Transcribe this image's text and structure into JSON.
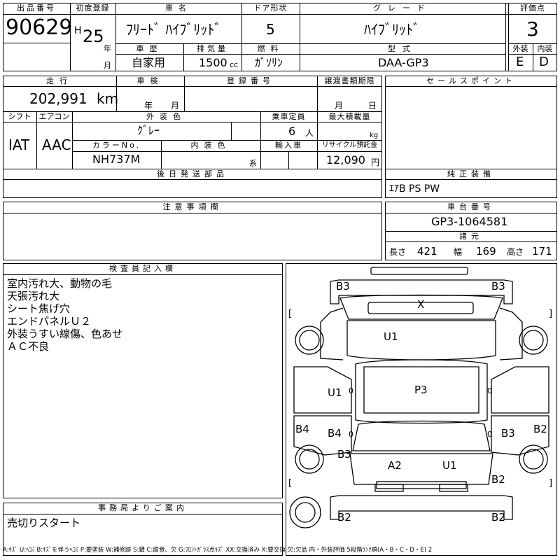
{
  "header": {
    "lot_label": "出品番号",
    "lot_value": "90629",
    "first_reg_label": "初度登録",
    "era_letter": "H",
    "year_value": "25",
    "year_unit": "年",
    "month_unit": "月",
    "model_label": "車名",
    "model_value": "ﾌﾘｰﾄﾞ ﾊｲﾌﾞﾘｯﾄﾞ",
    "doors_label": "ドア形状",
    "doors_value": "5",
    "grade_label": "グレード",
    "grade_value": "ﾊｲﾌﾞﾘｯﾄﾞ",
    "score_label": "評価点",
    "score_value": "3",
    "history_label": "車歴",
    "history_value": "自家用",
    "displacement_label": "排気量",
    "displacement_value": "1500",
    "displacement_unit": "cc",
    "fuel_label": "燃料",
    "fuel_value": "ｶﾞｿﾘﾝ",
    "type_label": "型式",
    "type_value": "DAA-GP3",
    "exterior_label": "外装",
    "exterior_value": "E",
    "interior_label": "内装",
    "interior_value": "D"
  },
  "details": {
    "mileage_label": "走行",
    "mileage_value": "202,991",
    "mileage_unit": "km",
    "inspection_label": "車検",
    "inspection_year_unit": "年",
    "inspection_month_unit": "月",
    "reg_number_label": "登録番号",
    "transfer_doc_label": "譲渡書類期限",
    "transfer_month_unit": "月",
    "transfer_day_unit": "日",
    "shift_label": "シフト",
    "shift_value": "IAT",
    "aircon_label": "エアコン",
    "aircon_value": "AAC",
    "exterior_color_label": "外装色",
    "exterior_color_value": "ｸﾞﾚｰ",
    "capacity_label": "乗車定員",
    "capacity_value": "6",
    "capacity_unit": "人",
    "max_load_label": "最大積載量",
    "max_load_unit": "kg",
    "color_no_label": "カラーNo.",
    "color_no_value": "NH737M",
    "interior_color_label": "内装色",
    "interior_color_unit": "系",
    "import_label": "輸入車",
    "recycle_label": "リサイクル預託金",
    "recycle_value": "12,090",
    "recycle_unit": "円",
    "later_parts_label": "後日発送部品",
    "notes_label": "注意事項欄"
  },
  "right_panel": {
    "sales_point_label": "セールスポイント",
    "equipment_label": "純正装備",
    "equipment_value": "ｴｱB PS PW",
    "chassis_label": "車台番号",
    "chassis_value": "GP3-1064581",
    "dimensions_label": "諸元",
    "length_label": "長さ",
    "length_value": "421",
    "width_label": "幅",
    "width_value": "169",
    "height_label": "高さ",
    "height_value": "171"
  },
  "inspector": {
    "label": "検査員記入欄",
    "lines": [
      "室内汚れ大、動物の毛",
      "天張汚れ大",
      "シート焦げ穴",
      "エンドパネルＵ２",
      "外装うすい線傷、色あせ",
      "ＡＣ不良"
    ]
  },
  "office": {
    "label": "事務局よりご案内",
    "value": "売切りスタート"
  },
  "diagram": {
    "marks": {
      "top_left": "B3",
      "top_right": "B3",
      "windshield": "X",
      "hood": "U1",
      "left_front_door": "U1",
      "roof": "P3",
      "left_rear_fender": "B4",
      "left_rear_door": "B4",
      "left_quarter": "B3",
      "right_rear_fender": "B2",
      "right_rear_door": "B3",
      "rear_glass_left": "A2",
      "rear_glass_right": "U1",
      "right_lower": "B2",
      "bottom_left": "B2",
      "bottom_right": "B2"
    },
    "bracket_left": "[",
    "bracket_right": "]",
    "door_zero": "0"
  },
  "legend": {
    "text": "A:ｷｽﾞ U:ﾍｺﾐ B:ｷｽﾞを伴うﾍｺﾐ P:要塗装 W:補修跡 S:錆 C:腐食、欠 G:ﾌﾛﾝﾄｶﾞﾗｽ点ｷｽﾞ XX:交換済み X:要交換 欠:欠品 内・外装評価 5段階ﾗﾝｸ順(A・B・C・D・E) 2"
  }
}
